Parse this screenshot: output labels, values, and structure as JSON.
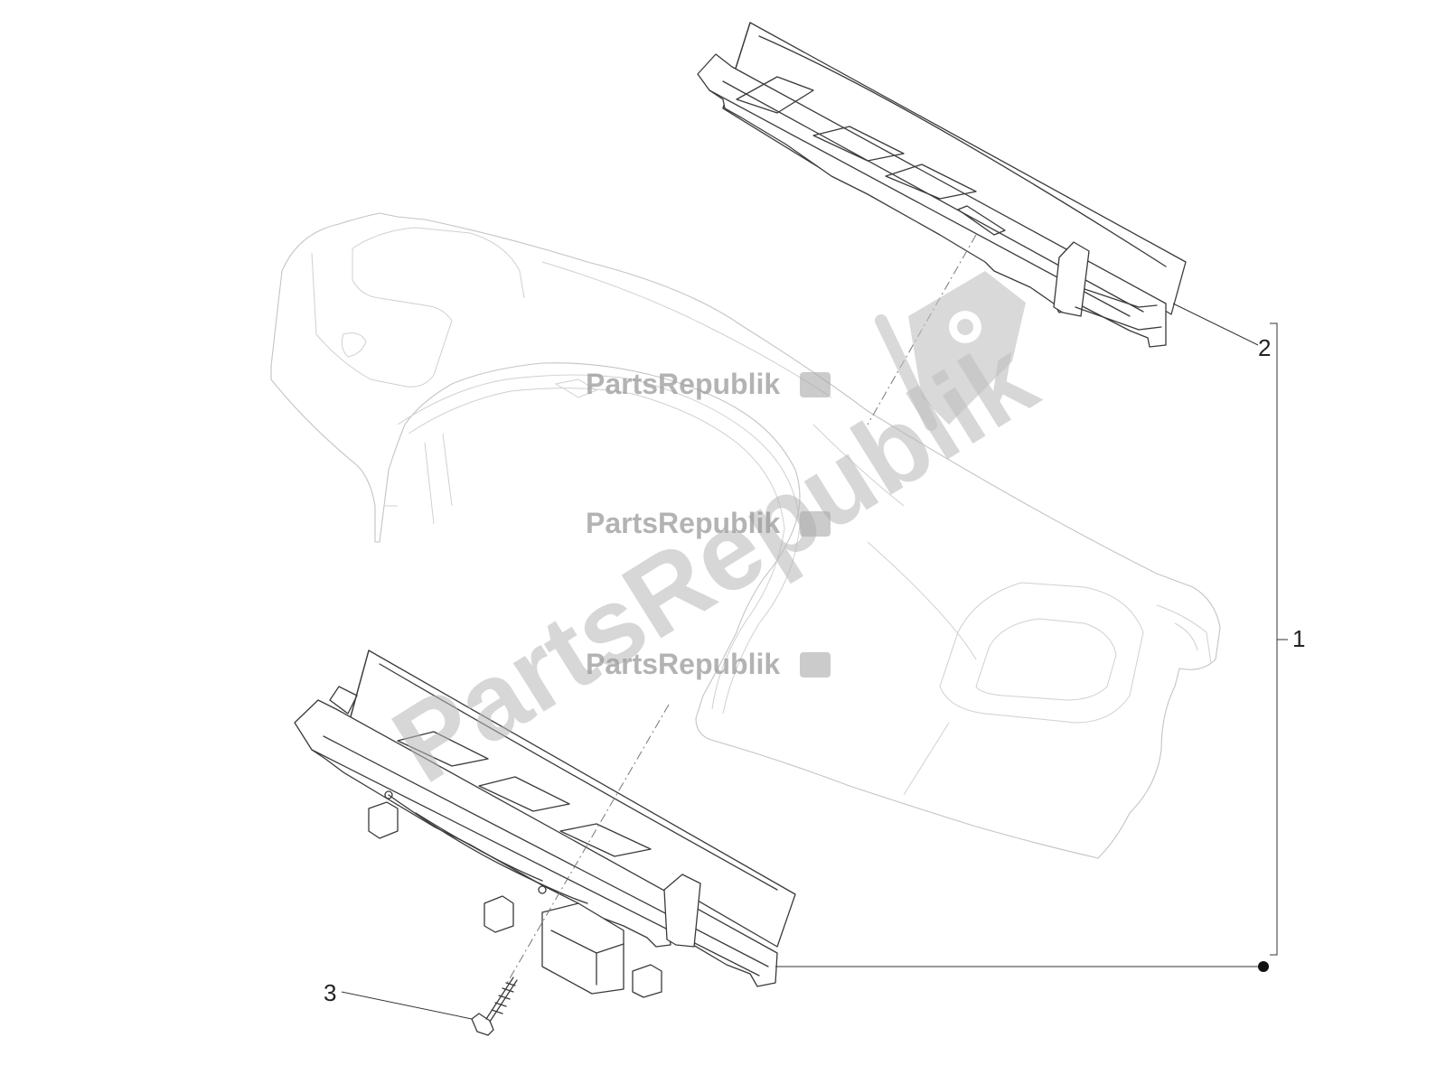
{
  "diagram": {
    "callouts": [
      {
        "id": "1",
        "label": "1"
      },
      {
        "id": "2",
        "label": "2"
      },
      {
        "id": "3",
        "label": "3"
      }
    ],
    "watermark": {
      "small_text": "PartsRepublik",
      "big_text": "PartsRepublik"
    }
  }
}
